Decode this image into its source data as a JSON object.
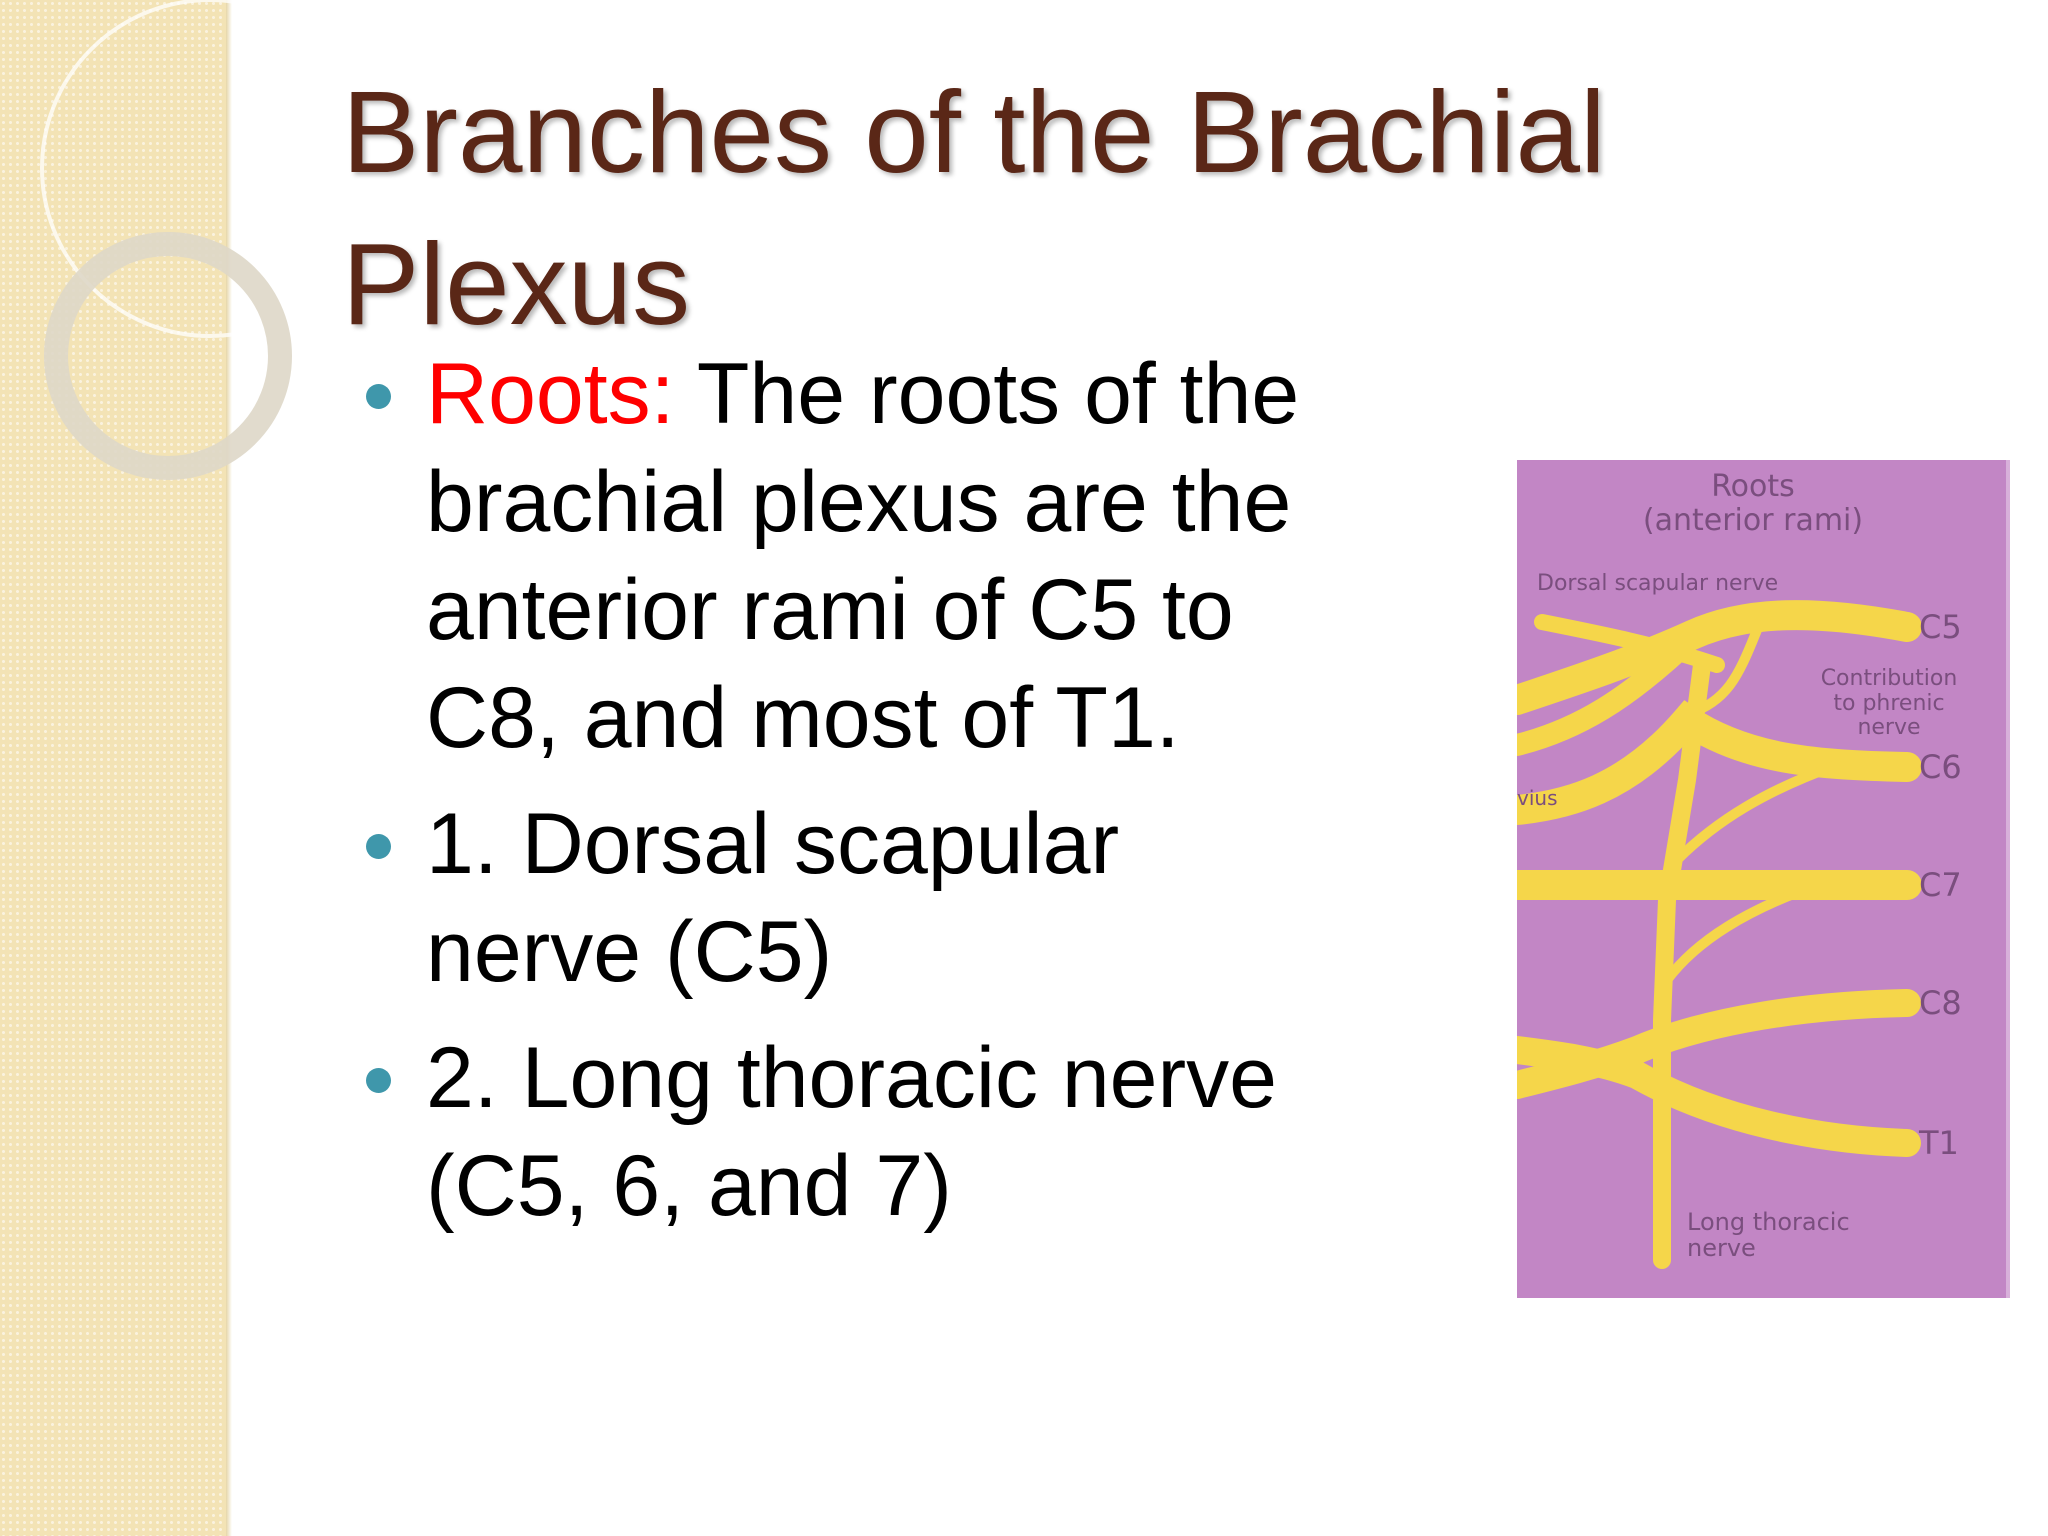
{
  "slide": {
    "title_lines": [
      "Branches of the Brachial",
      "Plexus"
    ],
    "bullets": [
      {
        "label": "Roots:",
        "first_line_rest": " The roots of the",
        "lines": [
          "brachial plexus are the",
          "anterior rami of C5 to",
          "C8, and most of T1."
        ]
      },
      {
        "lines": [
          "1. Dorsal scapular",
          "nerve (C5)"
        ]
      },
      {
        "lines": [
          "2. Long thoracic nerve",
          "(C5, 6, and 7)"
        ]
      }
    ]
  },
  "diagram": {
    "header": [
      "Roots",
      "(anterior rami)"
    ],
    "dorsal_scapular_label": "Dorsal scapular nerve",
    "phrenic_label": [
      "Contribution",
      "to phrenic",
      "nerve"
    ],
    "partial_label": "vius",
    "roots": [
      "C5",
      "C6",
      "C7",
      "C8",
      "T1"
    ],
    "long_thoracic_label": [
      "Long thoracic",
      "nerve"
    ]
  },
  "colors": {
    "title": "#5a2717",
    "roots_label": "#ff0000",
    "bullet": "#3f97ab",
    "diagram_bg": "#c286c5",
    "nerve": "#f5d64a"
  }
}
